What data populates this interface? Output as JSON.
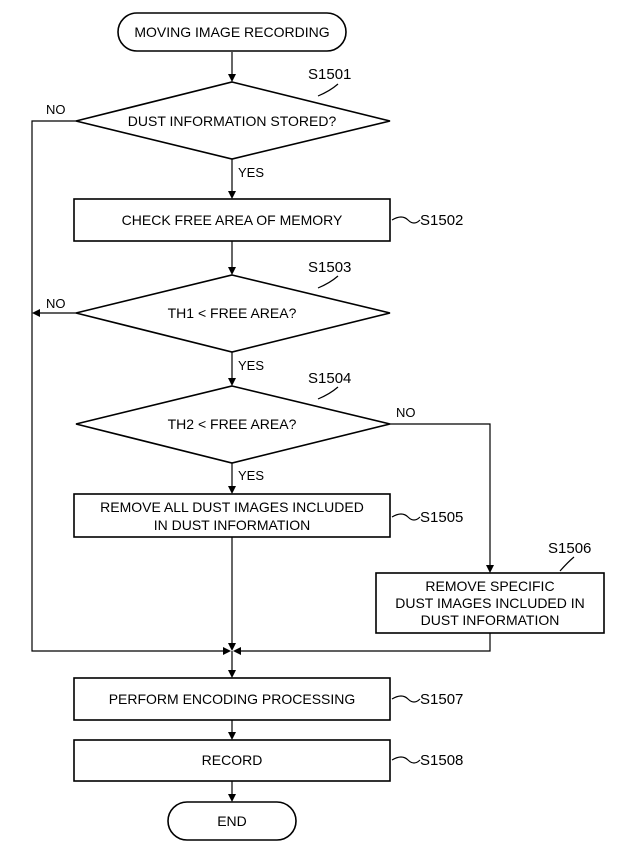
{
  "start": "MOVING IMAGE RECORDING",
  "end": "END",
  "steps": {
    "s1501": {
      "id": "S1501",
      "text": "DUST INFORMATION STORED?"
    },
    "s1502": {
      "id": "S1502",
      "text": "CHECK FREE AREA OF MEMORY"
    },
    "s1503": {
      "id": "S1503",
      "text": "TH1 < FREE AREA?"
    },
    "s1504": {
      "id": "S1504",
      "text": "TH2 < FREE AREA?"
    },
    "s1505": {
      "id": "S1505",
      "lines": [
        "REMOVE ALL DUST IMAGES INCLUDED",
        "IN DUST INFORMATION"
      ]
    },
    "s1506": {
      "id": "S1506",
      "lines": [
        "REMOVE SPECIFIC",
        "DUST IMAGES INCLUDED IN",
        "DUST INFORMATION"
      ]
    },
    "s1507": {
      "id": "S1507",
      "text": "PERFORM ENCODING PROCESSING"
    },
    "s1508": {
      "id": "S1508",
      "text": "RECORD"
    }
  },
  "branch_labels": {
    "yes": "YES",
    "no": "NO"
  }
}
